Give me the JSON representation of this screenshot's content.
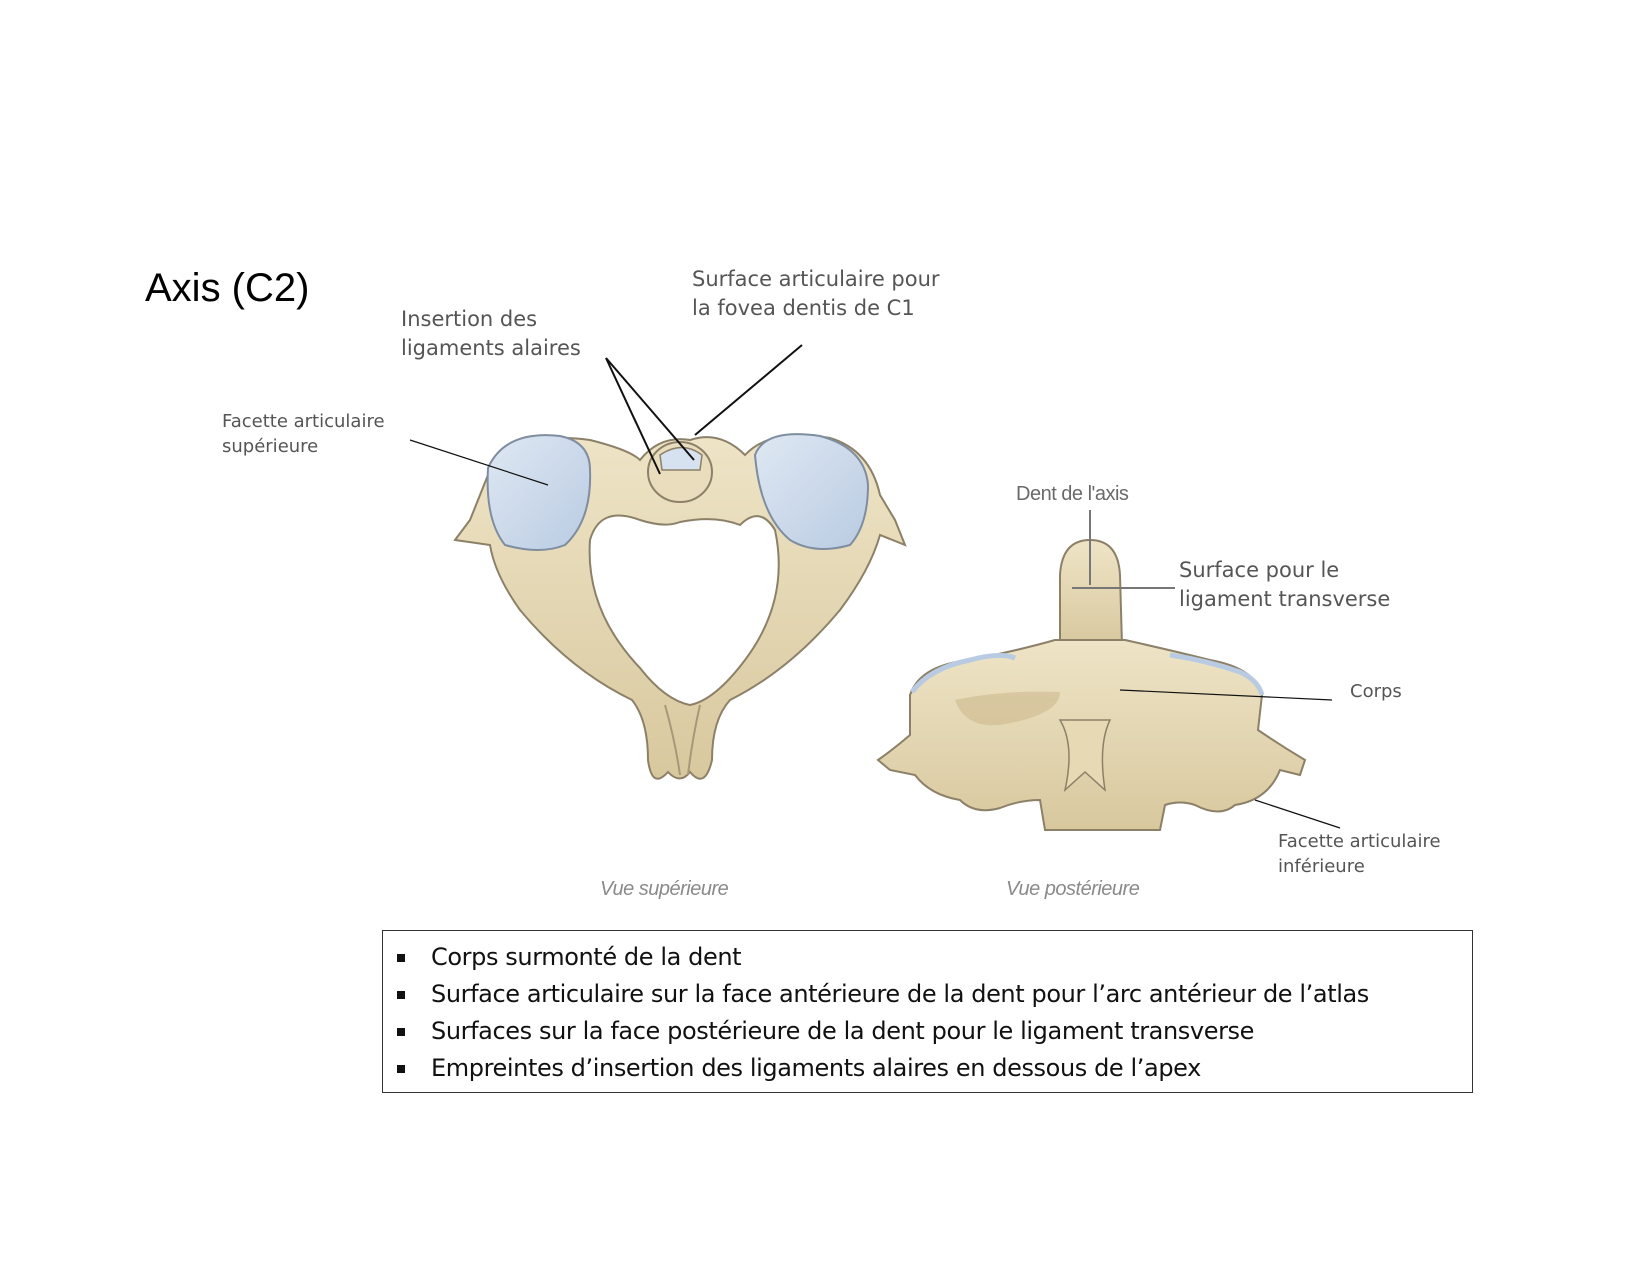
{
  "slide": {
    "title": "Axis (C2)"
  },
  "figure_superior": {
    "caption": "Vue supérieure",
    "labels": {
      "insertion_line1": "Insertion des",
      "insertion_line2": "ligaments alaires",
      "surface_line1": "Surface articulaire pour",
      "surface_line2": "la fovea dentis de C1",
      "facette_sup_line1": "Facette articulaire",
      "facette_sup_line2": "supérieure"
    }
  },
  "figure_posterior": {
    "caption": "Vue postérieure",
    "labels": {
      "dent": "Dent de l'axis",
      "surface_lig_line1": "Surface pour le",
      "surface_lig_line2": "ligament transverse",
      "corps": "Corps",
      "facette_inf_line1": "Facette articulaire",
      "facette_inf_line2": "inférieure"
    }
  },
  "summary": {
    "bullets": [
      "Corps surmonté de la dent",
      "Surface articulaire sur la face antérieure de la dent pour l’arc antérieur de l’atlas",
      "Surfaces sur la face postérieure de la dent pour le ligament transverse",
      "Empreintes d’insertion des ligaments alaires en dessous de l’apex"
    ]
  },
  "colors": {
    "bone": "#e6d9b4",
    "bone_shadow": "#c9b78c",
    "bone_outline": "#8c8068",
    "cartilage": "#c9d8ea",
    "label_text": "#555555",
    "leader_line": "#111111"
  }
}
